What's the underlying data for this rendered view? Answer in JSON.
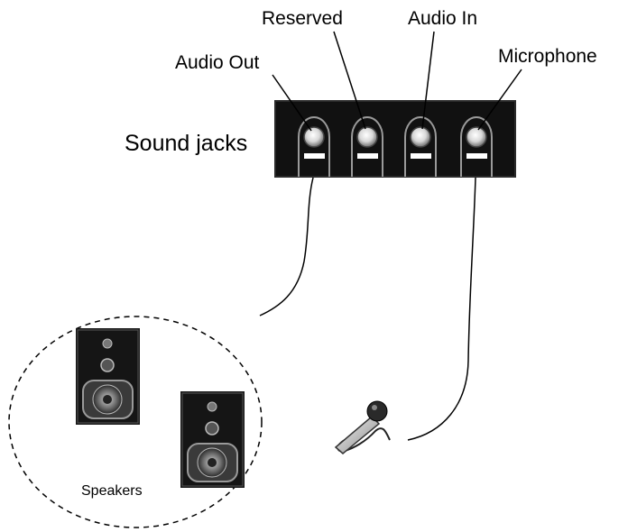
{
  "labels": {
    "audio_out": "Audio Out",
    "reserved": "Reserved",
    "audio_in": "Audio In",
    "microphone": "Microphone",
    "sound_jacks": "Sound jacks",
    "speakers": "Speakers"
  },
  "icons": {
    "jack_panel": "sound-jack-panel",
    "speaker": "speaker-icon",
    "microphone": "microphone-icon"
  },
  "colors": {
    "panel": "#111111",
    "speaker_body": "#151515",
    "lines": "#000000",
    "background": "#ffffff"
  }
}
